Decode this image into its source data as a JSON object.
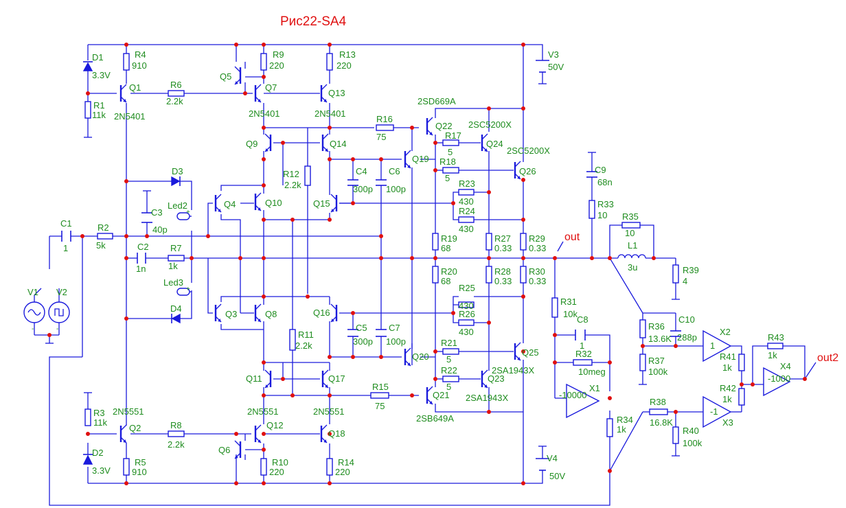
{
  "title": "Рис22-SA4",
  "labels": {
    "D1": "D1",
    "D1v": "3.3V",
    "R4": "R4",
    "R4v": "910",
    "R1": "R1",
    "R1v": "11k",
    "Q1": "Q1",
    "Q1m": "2N5401",
    "R6": "R6",
    "R6v": "2.2k",
    "Q5": "Q5",
    "R9": "R9",
    "R9v": "220",
    "Q7": "Q7",
    "Q7m": "2N5401",
    "R13": "R13",
    "R13v": "220",
    "Q13": "Q13",
    "Q13m": "2N5401",
    "V3": "V3",
    "V3v": "50V",
    "Q9": "Q9",
    "Q14": "Q14",
    "R16": "R16",
    "R16v": "75",
    "Q22m": "2SD669A",
    "Q22": "Q22",
    "Q24m": "2SC5200X",
    "Q24": "Q24",
    "R17": "R17",
    "R17v": "5",
    "Q26m": "2SC5200X",
    "Q26": "Q26",
    "R18": "R18",
    "R18v": "5",
    "Q19": "Q19",
    "C4": "C4",
    "C4v": "300p",
    "C6": "C6",
    "C6v": "100p",
    "R12": "R12",
    "R12v": "2.2k",
    "D3": "D3",
    "Led2": "Led2",
    "C3": "C3",
    "C3v": "40p",
    "Q4": "Q4",
    "Q10": "Q10",
    "Q15": "Q15",
    "R23": "R23",
    "R23v": "430",
    "R24": "R24",
    "R24v": "430",
    "C1": "C1",
    "C1v": "1",
    "R2": "R2",
    "R2v": "5k",
    "C2": "C2",
    "C2v": "1n",
    "R7": "R7",
    "R7v": "1k",
    "R19": "R19",
    "R19v": "68",
    "R27": "R27",
    "R27v": "0.33",
    "R29": "R29",
    "R29v": "0.33",
    "out": "out",
    "C9": "C9",
    "C9v": "68n",
    "R33": "R33",
    "R33v": "10",
    "R35": "R35",
    "R35v": "10",
    "L1": "L1",
    "L1v": "3u",
    "R39": "R39",
    "R39v": "4",
    "R20": "R20",
    "R20v": "68",
    "R28": "R28",
    "R28v": "0.33",
    "R30": "R30",
    "R30v": "0.33",
    "Led3": "Led3",
    "D4": "D4",
    "V1": "V1",
    "V2": "V2",
    "Q3": "Q3",
    "Q8": "Q8",
    "Q16": "Q16",
    "R25": "R25",
    "R25v": "430",
    "R26": "R26",
    "R26v": "430",
    "R31": "R31",
    "R31v": "10k",
    "C8": "C8",
    "C8v": "1",
    "R36": "R36",
    "R36v": "13.6K",
    "C10": "C10",
    "C10v": "288p",
    "X2": "X2",
    "X2v": "1",
    "R43": "R43",
    "R43v": "1k",
    "out2": "out2",
    "R11": "R11",
    "R11v": "2.2k",
    "C5": "C5",
    "C5v": "300p",
    "C7": "C7",
    "C7v": "100p",
    "R21": "R21",
    "R21v": "5",
    "Q25": "Q25",
    "Q25m": "2SA1943X",
    "R32": "R32",
    "R32v": "10meg",
    "R41": "R41",
    "R41v": "1k",
    "X4": "X4",
    "X4v": "-1000",
    "R37": "R37",
    "R37v": "100k",
    "Q11": "Q11",
    "Q17": "Q17",
    "Q20": "Q20",
    "R22": "R22",
    "R22v": "5",
    "Q23": "Q23",
    "Q23m": "2SA1943X",
    "X1v": "-10000",
    "X1": "X1",
    "R42": "R42",
    "R42v": "1k",
    "R15": "R15",
    "R15v": "75",
    "Q21": "Q21",
    "Q21m": "2SB649A",
    "R3": "R3",
    "R3v": "11k",
    "Q2m": "2N5551",
    "Q2": "Q2",
    "R8": "R8",
    "R8v": "2.2k",
    "Q12m": "2N5551",
    "Q12": "Q12",
    "Q18m": "2N5551",
    "Q18": "Q18",
    "R34": "R34",
    "R34v": "1k",
    "R38": "R38",
    "R38v": "16.8K",
    "X3v": "-1",
    "X3": "X3",
    "R40": "R40",
    "R40v": "100k",
    "Q6": "Q6",
    "D2": "D2",
    "D2v": "3.3V",
    "R5": "R5",
    "R5v": "910",
    "R10": "R10",
    "R10v": "220",
    "R14": "R14",
    "R14v": "220",
    "V4": "V4",
    "V4v": "50V"
  },
  "colors": {
    "wire": "#1a1adc",
    "label": "#1e8c1e",
    "node": "#e01010",
    "title": "#e01010"
  }
}
